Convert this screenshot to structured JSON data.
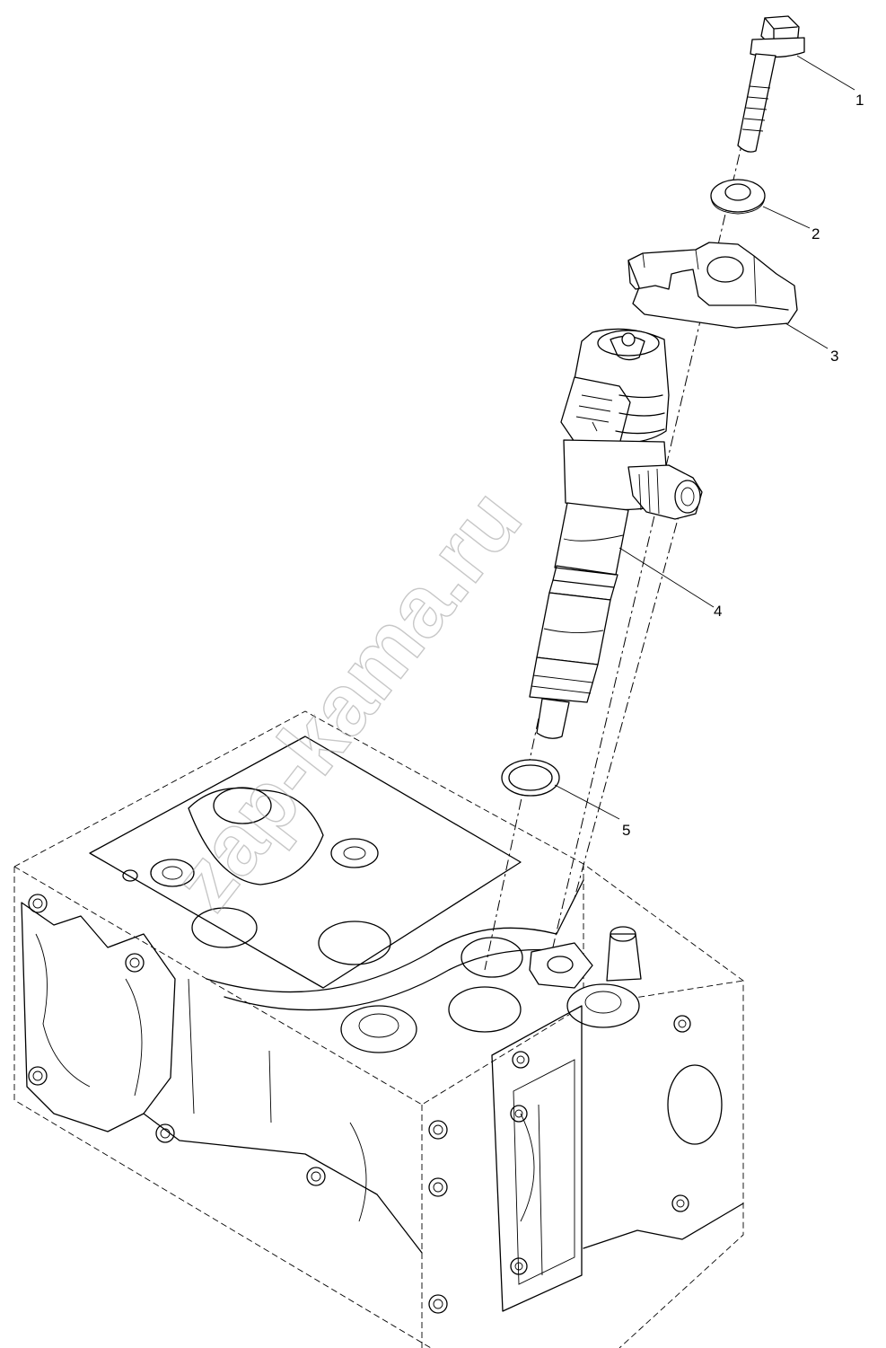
{
  "callouts": [
    {
      "id": "1",
      "label": "1"
    },
    {
      "id": "2",
      "label": "2"
    },
    {
      "id": "3",
      "label": "3"
    },
    {
      "id": "4",
      "label": "4"
    },
    {
      "id": "5",
      "label": "5"
    }
  ],
  "watermark": "zap-kama.ru",
  "colors": {
    "line": "#000000",
    "background": "#ffffff",
    "watermark": "#9a9a9a"
  }
}
